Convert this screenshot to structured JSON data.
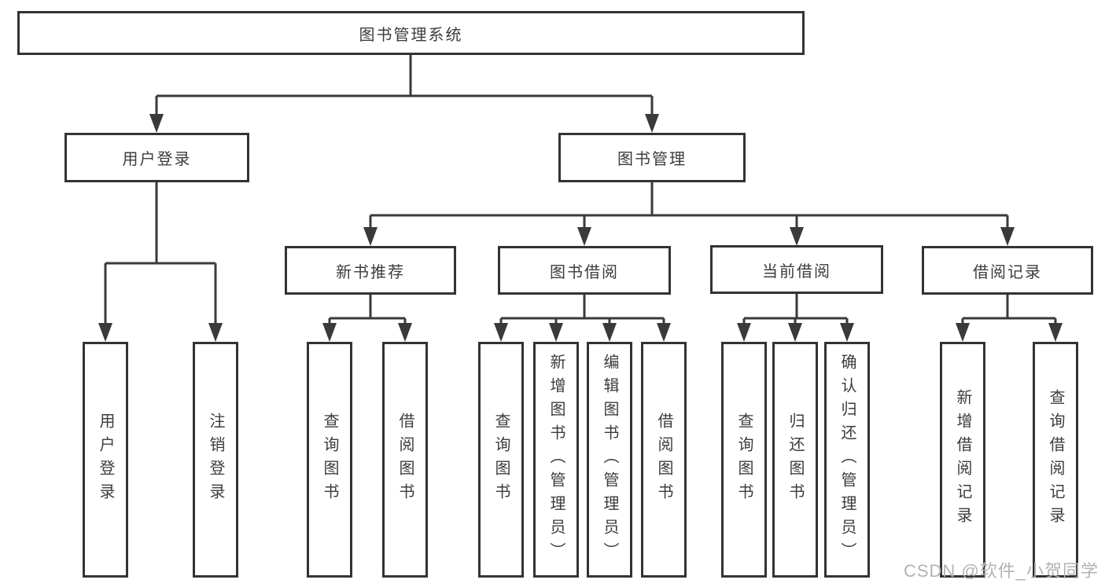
{
  "style": {
    "background": "#ffffff",
    "line_color": "#3a3a3a",
    "box_border_color": "#333333",
    "box_fill": "#ffffff",
    "text_color": "#3c3c3c",
    "watermark_color": "#b3b3b3"
  },
  "tree": {
    "root": "图书管理系统",
    "branches": [
      {
        "label": "用户登录",
        "children": [
          "用户登录",
          "注销登录"
        ]
      },
      {
        "label": "图书管理",
        "groups": [
          {
            "label": "新书推荐",
            "children": [
              "查询图书",
              "借阅图书"
            ]
          },
          {
            "label": "图书借阅",
            "children": [
              "查询图书",
              "新增图书（管理员）",
              "编辑图书（管理员）",
              "借阅图书"
            ]
          },
          {
            "label": "当前借阅",
            "children": [
              "查询图书",
              "归还图书",
              "确认归还（管理员）"
            ]
          },
          {
            "label": "借阅记录",
            "children": [
              "新增借阅记录",
              "查询借阅记录"
            ]
          }
        ]
      }
    ]
  },
  "watermark": {
    "text": "CSDN @软件_小贺同学"
  }
}
